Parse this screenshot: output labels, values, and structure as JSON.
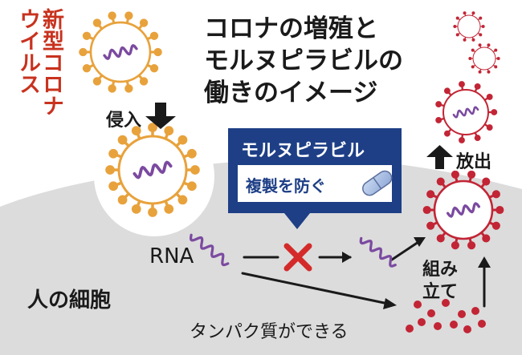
{
  "title": {
    "line1": "コロナの増殖と",
    "line2": "モルヌピラビルの",
    "line3": "働きのイメージ"
  },
  "virus_label": {
    "col1": "新型コロナ",
    "col2": "ウイルス"
  },
  "labels": {
    "invasion": "侵入",
    "release": "放出",
    "rna": "RNA",
    "assembly_line1": "組み",
    "assembly_line2": "立て",
    "human_cell": "人の細胞",
    "protein": "タンパク質ができる"
  },
  "callout": {
    "drug_name": "モルヌピラビル",
    "action": "複製を防ぐ"
  },
  "colors": {
    "virus_spike": "#e8a23c",
    "virus_spike_red": "#c22535",
    "virus_body": "#ffffff",
    "rna_strand": "#7b4aa0",
    "cell_fill": "#dcdcdc",
    "callout_bg": "#1e3f86",
    "callout_sub_bg": "#ffffff",
    "block_mark": "#d42a2a",
    "protein_dot": "#c22535",
    "virus_label_color": "#c8321e"
  },
  "icons": [
    "virus-icon",
    "rna-strand-icon",
    "capsule-icon",
    "block-x-icon",
    "arrow-icon"
  ]
}
